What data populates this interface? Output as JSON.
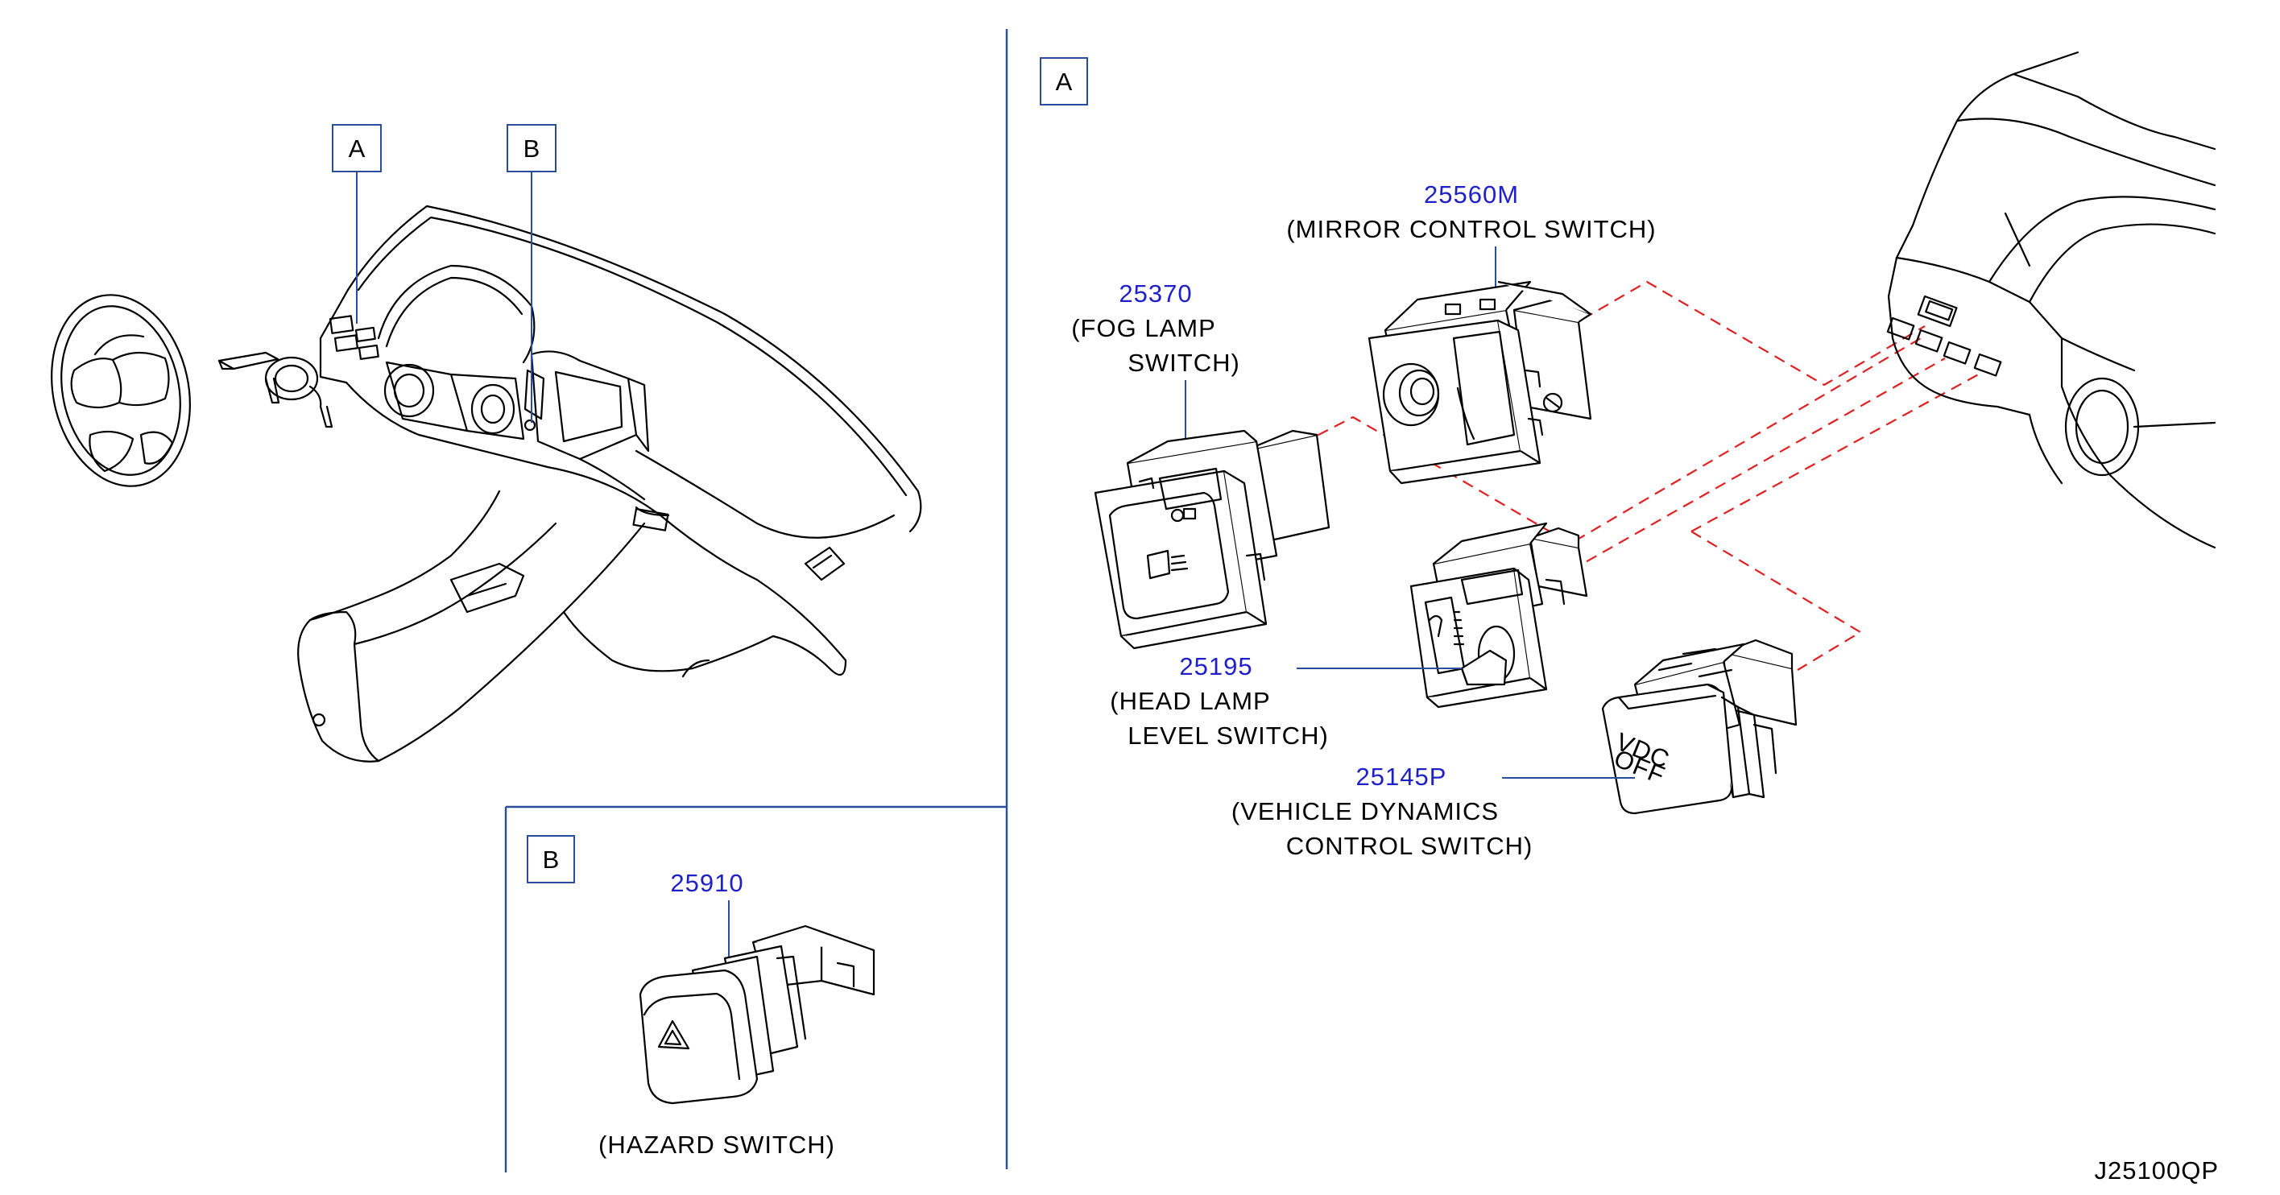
{
  "labels": {
    "overview_a": "A",
    "overview_b": "B",
    "section_a": "A",
    "section_b": "B"
  },
  "parts": {
    "mirror": {
      "number": "25560M",
      "name": "(MIRROR  CONTROL  SWITCH)"
    },
    "fog": {
      "number": "25370",
      "name_line1": "(FOG  LAMP",
      "name_line2": "SWITCH)"
    },
    "headlamp": {
      "number": "25195",
      "name_line1": "(HEAD  LAMP",
      "name_line2": "LEVEL  SWITCH)"
    },
    "vdc": {
      "number": "25145P",
      "name_line1": "(VEHICLE  DYNAMICS",
      "name_line2": "CONTROL  SWITCH)"
    },
    "hazard": {
      "number": "25910",
      "name": "(HAZARD  SWITCH)"
    }
  },
  "vdc_button_text": {
    "line1": "VDC",
    "line2": "OFF"
  },
  "diagram_code": "J25100QP",
  "colors": {
    "part_number": "#2020c8",
    "leader": "#2a4e9a",
    "dashed_guide": "#e02020"
  }
}
